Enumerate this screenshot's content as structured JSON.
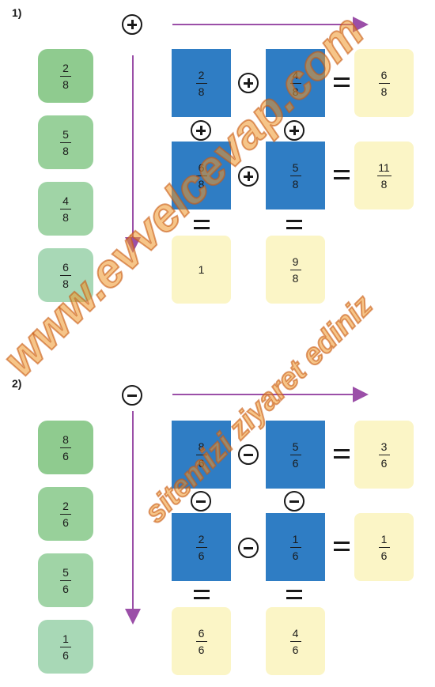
{
  "problem1": {
    "number": "1)",
    "operator": "plus",
    "sidebar": [
      [
        "2",
        "8"
      ],
      [
        "5",
        "8"
      ],
      [
        "4",
        "8"
      ],
      [
        "6",
        "8"
      ]
    ],
    "grid": {
      "r1c1": [
        "2",
        "8"
      ],
      "r1c2": [
        "4",
        "8"
      ],
      "r1c3": [
        "6",
        "8"
      ],
      "r2c1": [
        "6",
        "8"
      ],
      "r2c2": [
        "5",
        "8"
      ],
      "r2c3": [
        "11",
        "8"
      ],
      "r3c1": "1",
      "r3c2": [
        "9",
        "8"
      ]
    }
  },
  "problem2": {
    "number": "2)",
    "operator": "minus",
    "sidebar": [
      [
        "8",
        "6"
      ],
      [
        "2",
        "6"
      ],
      [
        "5",
        "6"
      ],
      [
        "1",
        "6"
      ]
    ],
    "grid": {
      "r1c1": [
        "8",
        "6"
      ],
      "r1c2": [
        "5",
        "6"
      ],
      "r1c3": [
        "3",
        "6"
      ],
      "r2c1": [
        "2",
        "6"
      ],
      "r2c2": [
        "1",
        "6"
      ],
      "r2c3": [
        "1",
        "6"
      ],
      "r3c1": [
        "6",
        "6"
      ],
      "r3c2": [
        "4",
        "6"
      ]
    }
  },
  "colors": {
    "blue": "#2f7dc4",
    "yellow": "#fbf5c6",
    "green1": "#8fcb8f",
    "arrow": "#9b4fa8"
  },
  "watermark": {
    "main": "www.evvelcevap.com",
    "sub": "sitemizi ziyaret ediniz"
  }
}
